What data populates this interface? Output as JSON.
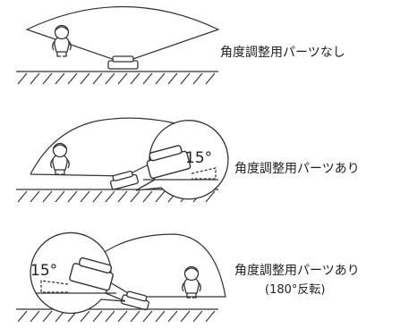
{
  "colors": {
    "line": "#333333",
    "text": "#222222",
    "background": "#ffffff"
  },
  "scenarios": [
    {
      "label": "角度調整用パーツなし"
    },
    {
      "label": "角度調整用パーツあり",
      "angle": "15°"
    },
    {
      "label": "角度調整用パーツあり",
      "sublabel": "(180°反転)",
      "angle": "15°"
    }
  ],
  "icons": [
    "person-icon",
    "sensor-device-icon",
    "ground-hatch",
    "detection-area",
    "zoom-circle",
    "angle-adapter"
  ]
}
